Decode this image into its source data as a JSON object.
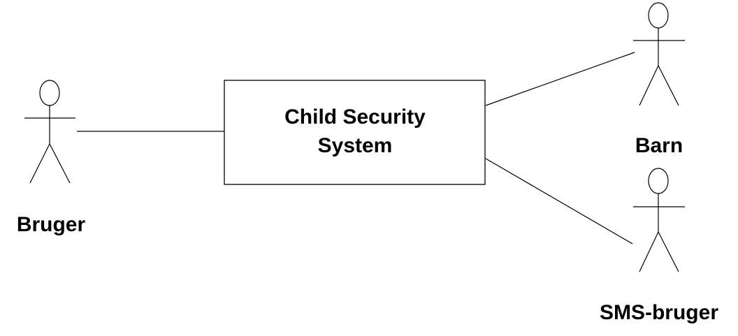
{
  "system": {
    "title_line1": "Child Security",
    "title_line2": "System"
  },
  "actors": {
    "bruger": {
      "label": "Bruger",
      "icon": "stick-figure-actor"
    },
    "barn": {
      "label": "Barn",
      "icon": "stick-figure-actor"
    },
    "sms_bruger": {
      "label": "SMS-bruger",
      "icon": "stick-figure-actor"
    }
  },
  "colors": {
    "stroke": "#000000",
    "background": "#ffffff"
  }
}
